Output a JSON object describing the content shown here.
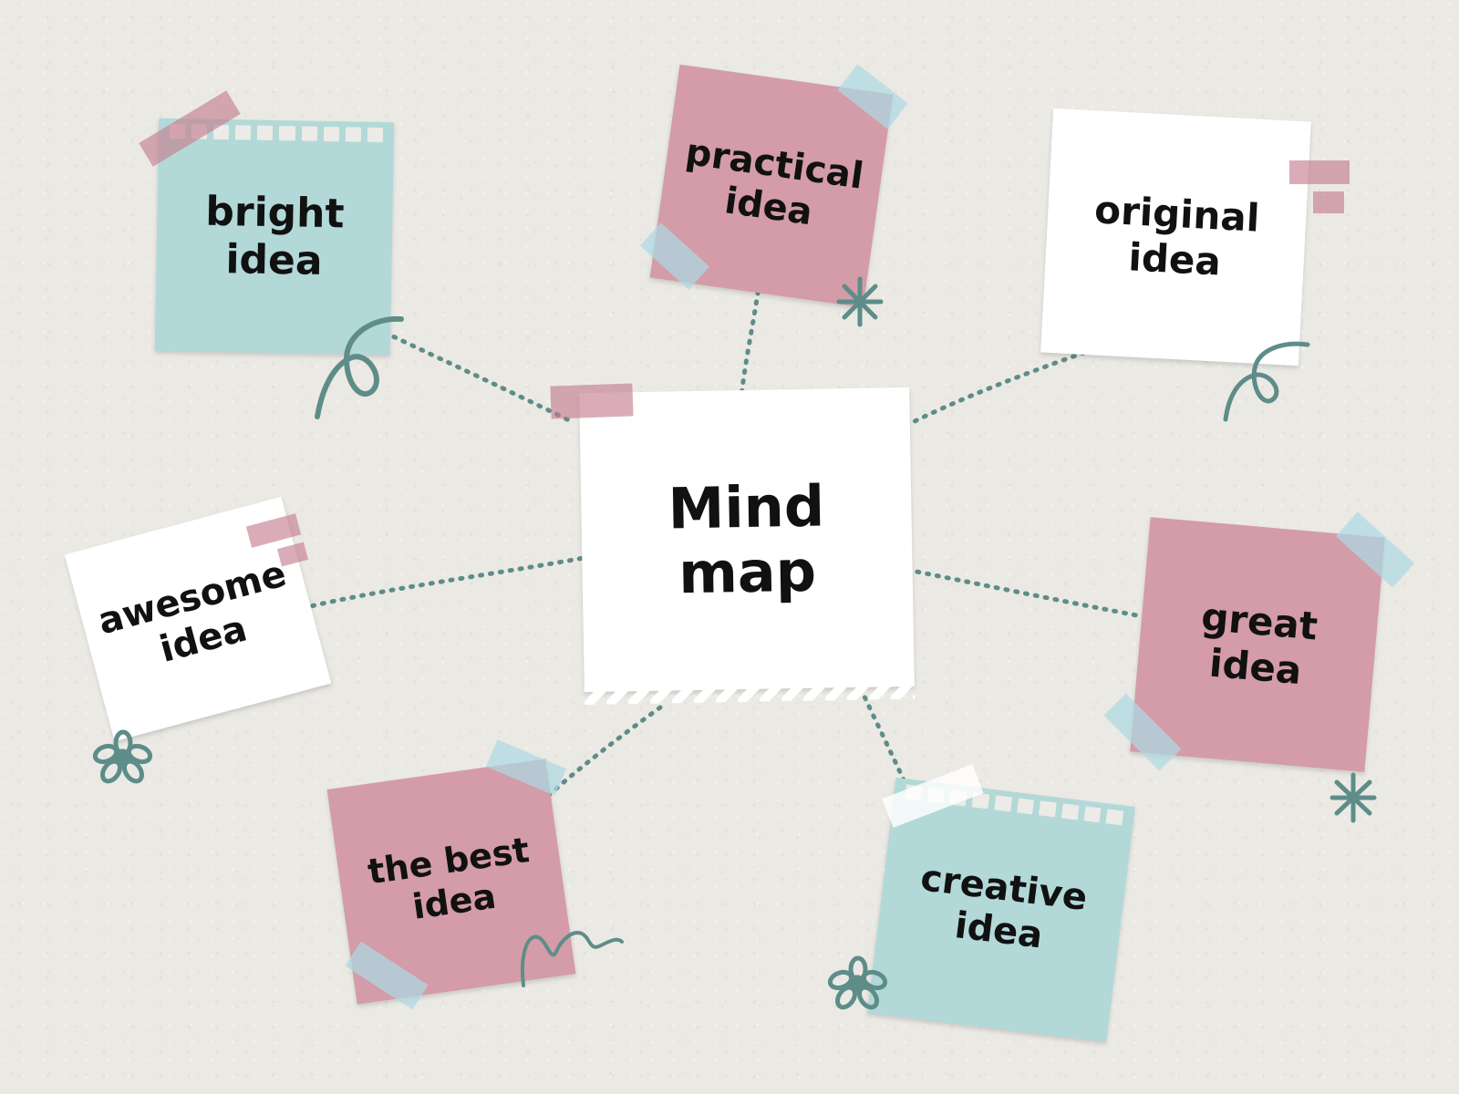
{
  "title": "Mind\nmap",
  "ideas": [
    "bright\nidea",
    "practical\nidea",
    "original\nidea",
    "awesome\nidea",
    "great\nidea",
    "the best\nidea",
    "creative\nidea"
  ],
  "colors": {
    "background": "#ebe9e4",
    "pink": "#d39ca8",
    "teal": "#b2d9d8",
    "white": "#ffffff",
    "connector": "#5e8d89",
    "doodle": "#5e8d89",
    "pink_tape": "#c4798d",
    "blue_tape": "#a9d8e1"
  },
  "icons": [
    "loop-doodle",
    "asterisk-doodle",
    "flower-doodle",
    "squiggle-doodle"
  ]
}
